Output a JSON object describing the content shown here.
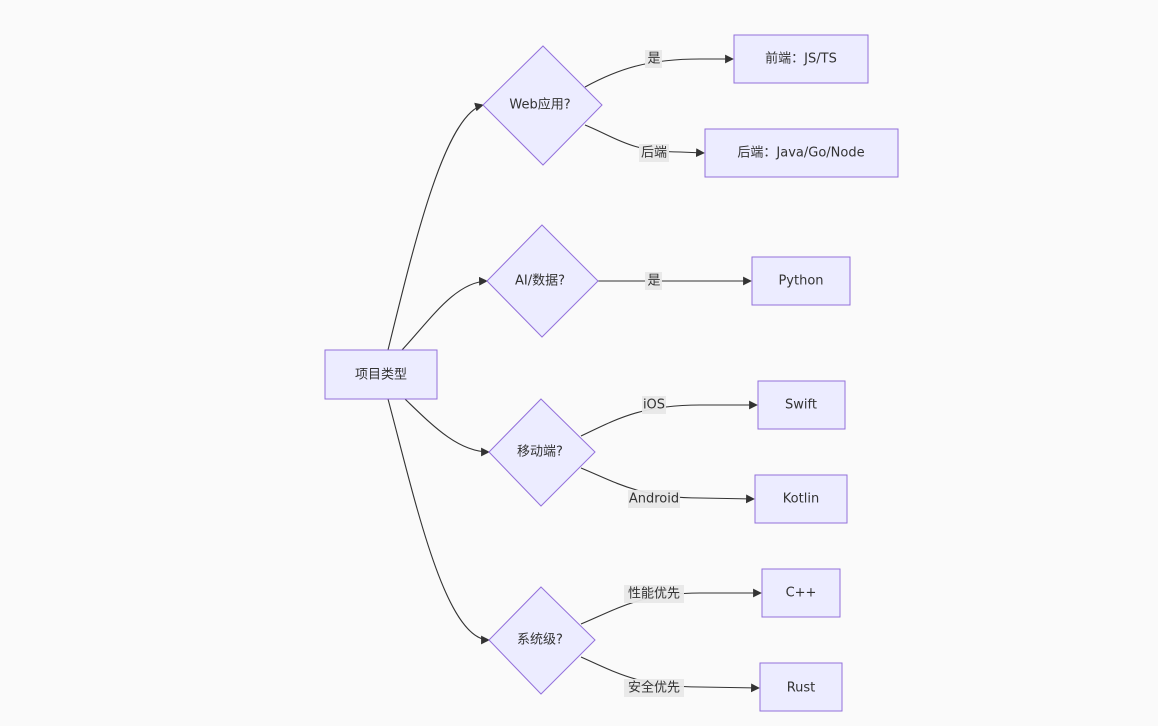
{
  "diagram": {
    "root": "项目类型",
    "decisions": {
      "web": "Web应用?",
      "ai": "AI/数据?",
      "mobile": "移动端?",
      "system": "系统级?"
    },
    "outcomes": {
      "frontend": "前端：JS/TS",
      "backend": "后端：Java/Go/Node",
      "python": "Python",
      "swift": "Swift",
      "kotlin": "Kotlin",
      "cpp": "C++",
      "rust": "Rust"
    },
    "edge_labels": {
      "web_frontend": "是",
      "web_backend": "后端",
      "ai_python": "是",
      "mobile_swift": "iOS",
      "mobile_kotlin": "Android",
      "system_cpp": "性能优先",
      "system_rust": "安全优先"
    }
  }
}
